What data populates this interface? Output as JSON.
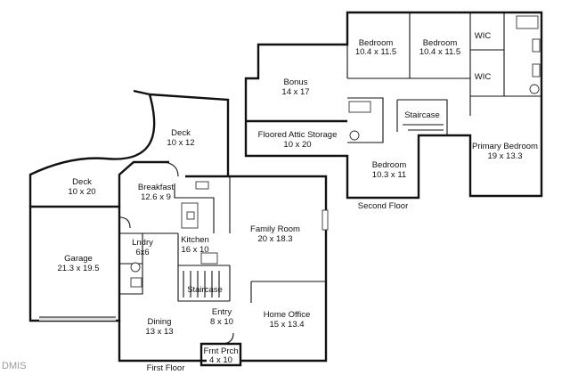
{
  "watermark": "DMIS",
  "floors": {
    "first": {
      "caption": "First Floor"
    },
    "second": {
      "caption": "Second Floor"
    }
  },
  "rooms": {
    "deck_upper": {
      "name": "Deck",
      "size": "10 x 12"
    },
    "deck_left": {
      "name": "Deck",
      "size": "10 x 20"
    },
    "breakfast": {
      "name": "Breakfast",
      "size": "12.6 x 9"
    },
    "garage": {
      "name": "Garage",
      "size": "21.3 x 19.5"
    },
    "laundry": {
      "name": "Lndry",
      "size": "6x6"
    },
    "kitchen": {
      "name": "Kitchen",
      "size": "16 x 10"
    },
    "family_room": {
      "name": "Family Room",
      "size": "20 x 18.3"
    },
    "staircase_first": {
      "name": "Staircase"
    },
    "dining": {
      "name": "Dining",
      "size": "13 x 13"
    },
    "entry": {
      "name": "Entry",
      "size": "8 x 10"
    },
    "home_office": {
      "name": "Home Office",
      "size": "15 x 13.4"
    },
    "front_porch": {
      "name": "Frnt Prch",
      "size": "4 x 10"
    },
    "bedroom_a": {
      "name": "Bedroom",
      "size": "10.4 x 11.5"
    },
    "bedroom_b": {
      "name": "Bedroom",
      "size": "10.4 x 11.5"
    },
    "wic_1": {
      "name": "WIC"
    },
    "wic_2": {
      "name": "WIC"
    },
    "bonus": {
      "name": "Bonus",
      "size": "14 x 17"
    },
    "staircase_second": {
      "name": "Staircase"
    },
    "attic": {
      "name": "Floored Attic Storage",
      "size": "10 x 20"
    },
    "bedroom_c": {
      "name": "Bedroom",
      "size": "10.3 x 11"
    },
    "primary_bedroom": {
      "name": "Primary Bedroom",
      "size": "19 x 13.3"
    }
  }
}
